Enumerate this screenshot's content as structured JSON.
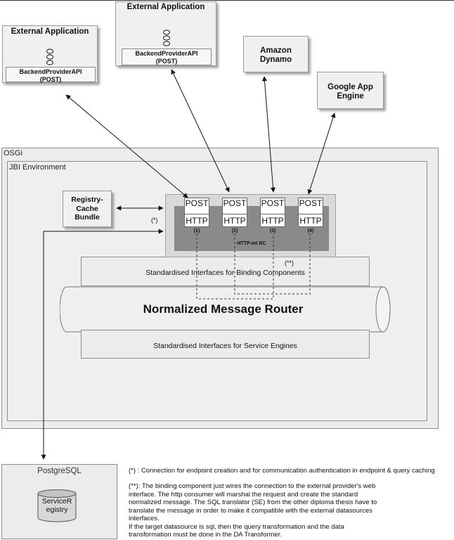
{
  "external_app_left": {
    "title": "External Application",
    "api": "BackendProviderAPI",
    "method": "(POST)"
  },
  "external_app_center": {
    "title": "External Application",
    "api": "BackendProviderAPI",
    "method": "(POST)"
  },
  "amazon": {
    "line1": "Amazon",
    "line2": "Dynamo"
  },
  "google": {
    "line1": "Google App",
    "line2": "Engine"
  },
  "osgi_label": "OSGi",
  "jbi_label": "JBI Environment",
  "registry": {
    "line1": "Registry-",
    "line2": "Cache",
    "line3": "Bundle"
  },
  "star_single": "(*)",
  "star_double": "(**)",
  "binding_component": {
    "label": "HTTP-mt BC",
    "endpoints": [
      {
        "top": "POST",
        "bottom": "HTTP",
        "num": "(1)"
      },
      {
        "top": "POST",
        "bottom": "HTTP",
        "num": "(2)"
      },
      {
        "top": "POST",
        "bottom": "HTTP",
        "num": "(3)"
      },
      {
        "top": "POST",
        "bottom": "HTTP",
        "num": "(4)"
      }
    ]
  },
  "std_binding": "Standardised Interfaces for Binding Components",
  "nmr": "Normalized Message Router",
  "std_service": "Standardised Interfaces for Service Engines",
  "postgres": {
    "title": "PostgreSQL",
    "db_line1": "ServiceR",
    "db_line2": "egistry"
  },
  "notes": {
    "note1": "(*) : Connection for endpoint creation and for communication authentication in endpoint & query caching",
    "note2_lines": [
      "(**): The binding component just wires the connection to the external provider's web",
      "interface. The http consumer will marshal the request and create the standard",
      "normalized message. The SQL translator (SE) from the other diploma thesis have to",
      "translate the message in order to make it compatible with the external datasources",
      "interfaces.",
      "If the target datasource is sql, then the query transformation and the data",
      "transformation must be done in the DA Transformer."
    ]
  }
}
